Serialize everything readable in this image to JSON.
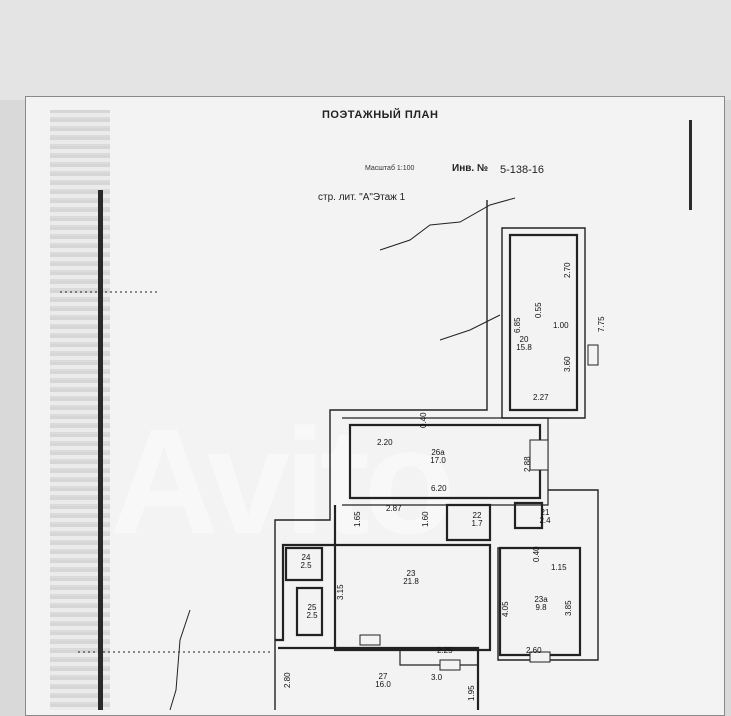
{
  "sheet": {
    "title": "ПОЭТАЖНЫЙ ПЛАН",
    "scale": "Масштаб  1:100",
    "inv_label": "Инв. №",
    "inv_number": "5-138-16",
    "subtitle": "стр. лит. \"А\"Этаж 1"
  },
  "rooms": [
    {
      "num": "20",
      "area": "15.8"
    },
    {
      "num": "26а",
      "area": "17.0"
    },
    {
      "num": "22",
      "area": "1.7"
    },
    {
      "num": "21",
      "area": "2.4"
    },
    {
      "num": "24",
      "area": "2.5"
    },
    {
      "num": "23",
      "area": "21.8"
    },
    {
      "num": "23а",
      "area": "9.8"
    },
    {
      "num": "25",
      "area": "2.5"
    },
    {
      "num": "27",
      "area": "16.0"
    }
  ],
  "dimensions": {
    "d_2_70": "2.70",
    "d_6_85": "6.85",
    "d_0_55": "0.55",
    "d_1_00": "1.00",
    "d_7_75": "7.75",
    "d_3_60": "3.60",
    "d_2_27": "2.27",
    "d_0_40a": "0.40",
    "d_2_20": "2.20",
    "d_2_88": "2.88",
    "d_6_20": "6.20",
    "d_2_87": "2.87",
    "d_1_65": "1.65",
    "d_1_60": "1.60",
    "d_0_40b": "0.40",
    "d_1_15": "1.15",
    "d_3_15": "3.15",
    "d_4_05": "4.05",
    "d_3_85": "3.85",
    "d_2_25": "2.25",
    "d_2_60": "2.60",
    "d_2_80": "2.80",
    "d_3_0": "3.0",
    "d_1_95": "1.95"
  },
  "watermark": "Avito"
}
